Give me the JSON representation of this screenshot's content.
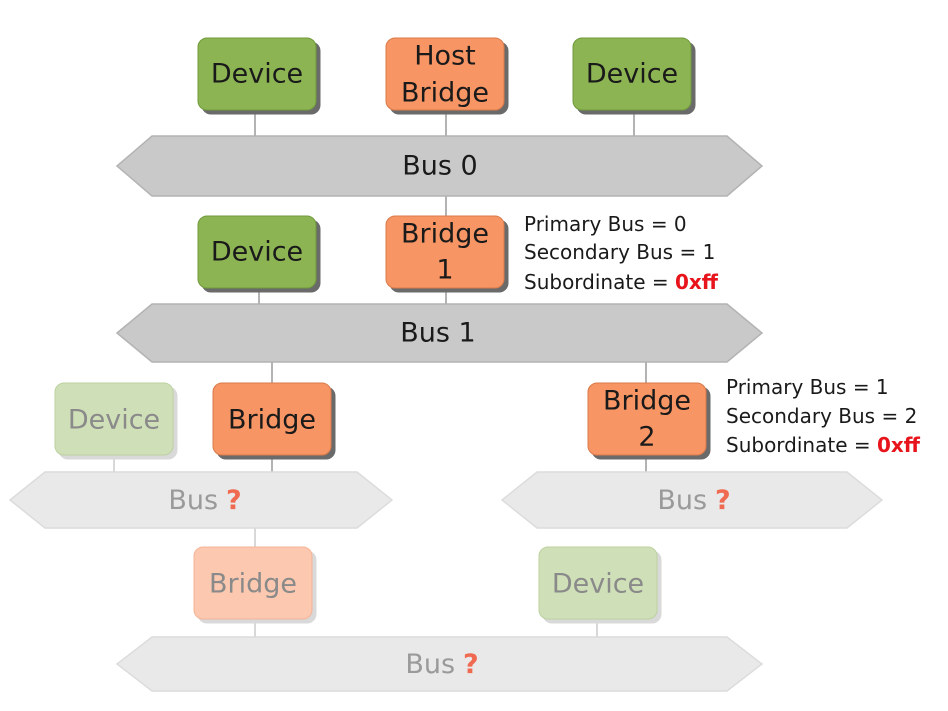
{
  "devices": {
    "top_left": "Device",
    "top_right": "Device",
    "mid_left": "Device",
    "lower_left": "Device",
    "bottom_right": "Device"
  },
  "bridges": {
    "host": [
      "Host",
      "Bridge"
    ],
    "bridge1": [
      "Bridge",
      "1"
    ],
    "bridge_left": "Bridge",
    "bridge2": [
      "Bridge",
      "2"
    ],
    "bridge_bottom": "Bridge"
  },
  "buses": {
    "bus0": "Bus 0",
    "bus1": "Bus 1",
    "bus_left_text": "Bus",
    "bus_right_text": "Bus",
    "bus_bottom_text": "Bus",
    "unknown_mark": "?"
  },
  "notes": {
    "bridge1": {
      "primary": "Primary Bus = 0",
      "secondary": "Secondary Bus = 1",
      "subordinate_label": "Subordinate = ",
      "subordinate_value": "0xff"
    },
    "bridge2": {
      "primary": "Primary Bus = 1",
      "secondary": "Secondary Bus = 2",
      "subordinate_label": "Subordinate = ",
      "subordinate_value": "0xff"
    }
  },
  "colors": {
    "device": "#8cb453",
    "device_dim": "#cfe0b8",
    "bridge": "#f79565",
    "bridge_dim": "#fcc9b0",
    "bus": "#c9c9c9",
    "bus_dim": "#e9e9e9"
  }
}
